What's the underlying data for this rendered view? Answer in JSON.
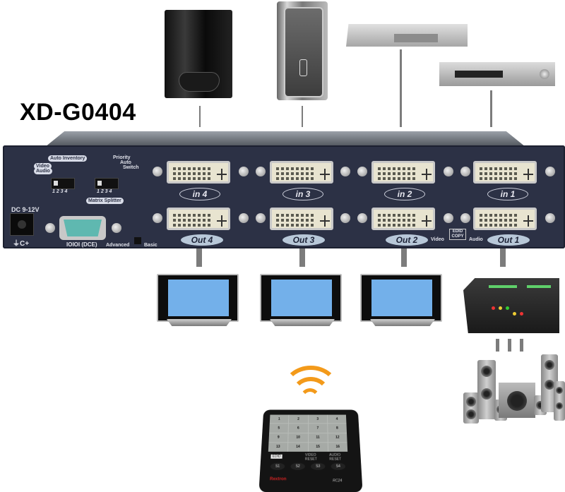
{
  "title": "XD-G0404",
  "sources": [
    {
      "name": "game-console",
      "label": "PlayStation 3"
    },
    {
      "name": "desktop-pc",
      "label": "PC tower"
    },
    {
      "name": "dvd-player-1",
      "label": "DVD recorder"
    },
    {
      "name": "dvd-player-2",
      "label": "DVD player"
    }
  ],
  "unit": {
    "power_label": "DC 9-12V",
    "power_symbol": "⏚C+",
    "auto_inventory": {
      "auto": "Auto",
      "inventory": "Inventory"
    },
    "video_label": "Video",
    "audio_label": "Audio",
    "dip_numbers": "1 2 3 4",
    "mode_labels": {
      "priority": "Priority",
      "auto": "Auto",
      "switch": "Switch"
    },
    "matrix_splitter": {
      "matrix": "Matrix",
      "splitter": "Splitter"
    },
    "rs232_label": "IOIOI (DCE)",
    "advanced_label": "Advanced",
    "basic_label": "Basic",
    "inputs": [
      "in 4",
      "in 3",
      "in 2",
      "in 1"
    ],
    "outputs": [
      "Out 4",
      "Out 3",
      "Out 2",
      "Out 1"
    ],
    "edid_label": "EDID COPY",
    "edid_video": "Video",
    "edid_audio": "Audio"
  },
  "displays": [
    {
      "name": "tv-1"
    },
    {
      "name": "tv-2"
    },
    {
      "name": "tv-3"
    }
  ],
  "audio": {
    "receiver": "AV receiver",
    "speakers": "Speaker system"
  },
  "remote": {
    "keys": [
      "1",
      "2",
      "3",
      "4",
      "5",
      "6",
      "7",
      "8",
      "9",
      "10",
      "11",
      "12",
      "13",
      "14",
      "15",
      "16"
    ],
    "bottom_keys": [
      "S1",
      "S2",
      "S3",
      "S4"
    ],
    "edid_btn": "EDID",
    "video_reset": "VIDEO RESET",
    "audio_reset": "AUDIO RESET",
    "brand": "Rextron",
    "model": "RC24"
  },
  "colors": {
    "panel": "#2c3145",
    "cable": "#7c7c7c",
    "wifi": "#f39a1a",
    "screen": "#73b0ea"
  }
}
